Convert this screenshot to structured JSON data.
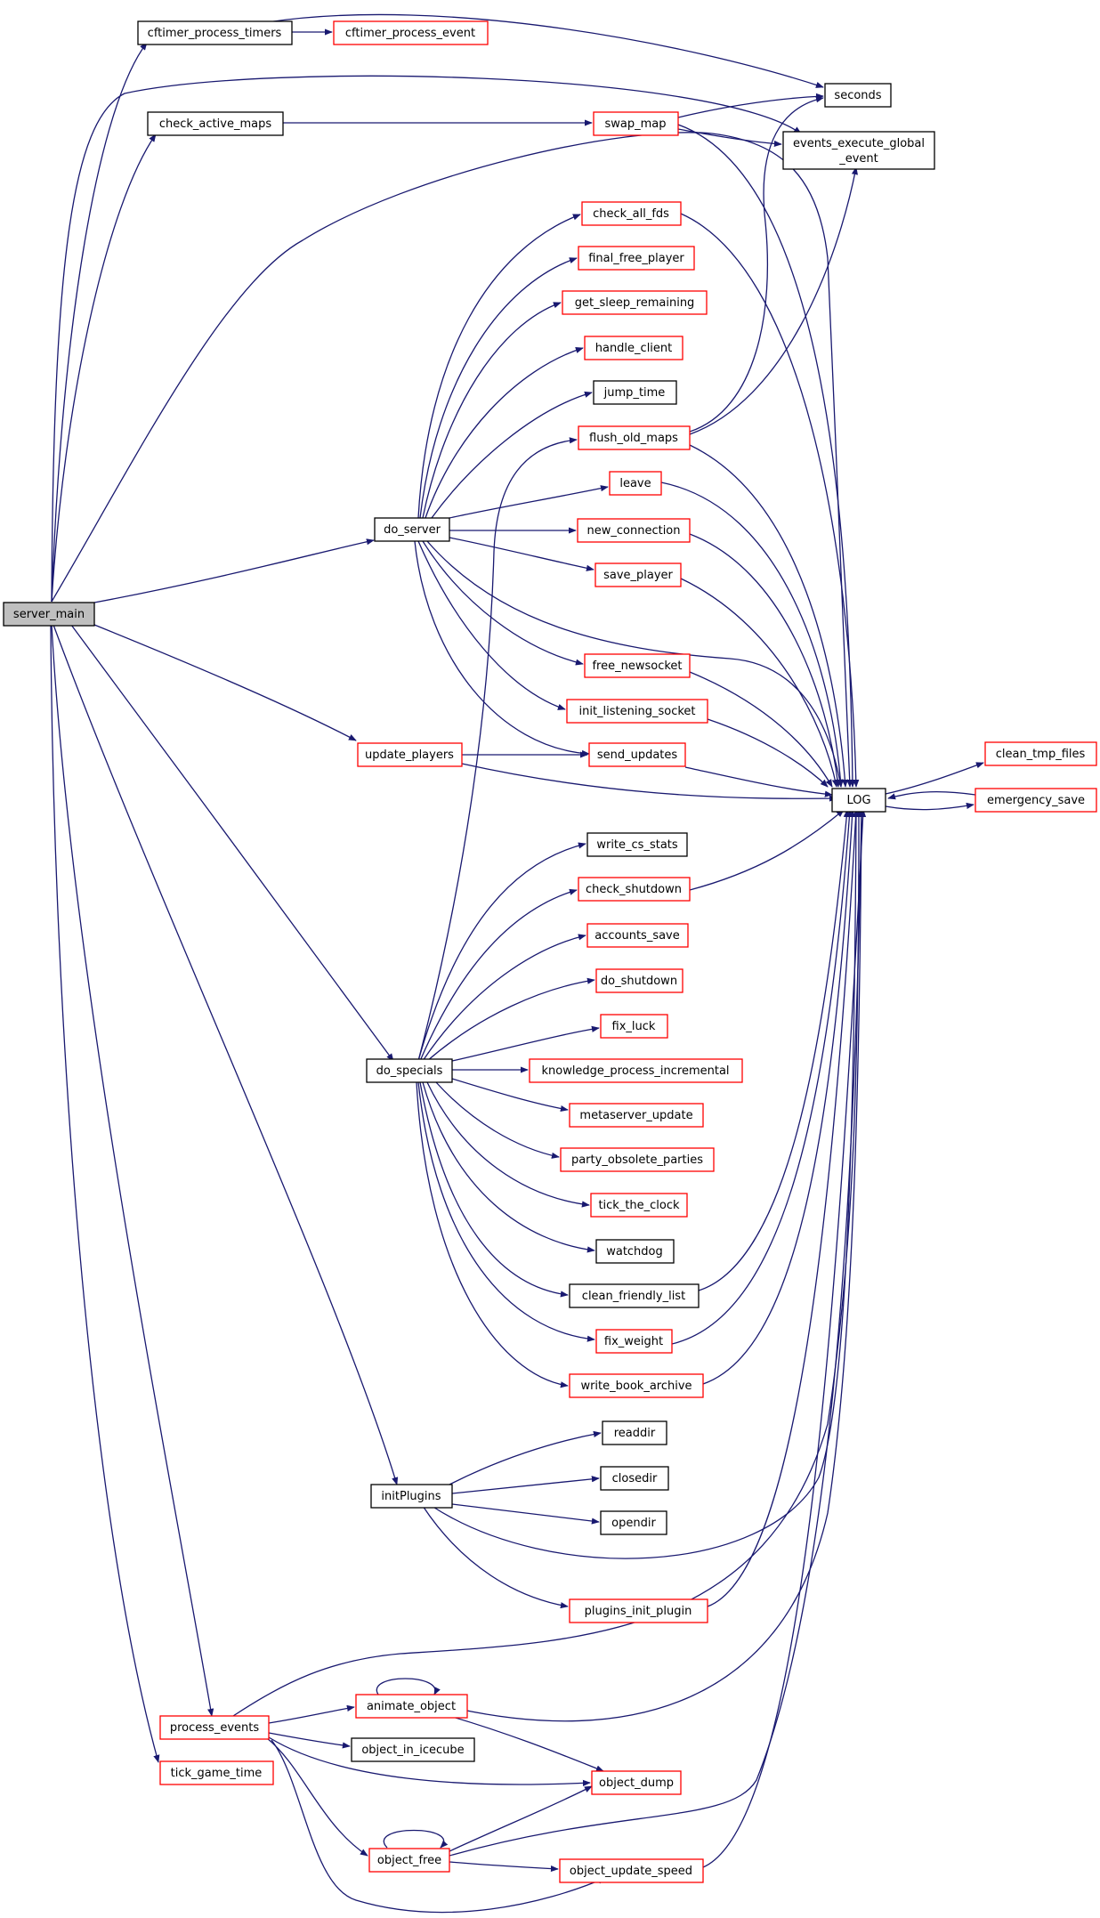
{
  "colors": {
    "edge": "#191970",
    "selected_fill": "#bfbfbf",
    "plain_border": "#000000",
    "linked_border": "#ff0000"
  },
  "nodes": {
    "server_main": "server_main",
    "cftimer_process_timers": "cftimer_process_timers",
    "cftimer_process_event": "cftimer_process_event",
    "check_active_maps": "check_active_maps",
    "swap_map": "swap_map",
    "seconds": "seconds",
    "events_execute_global_event_line1": "events_execute_global",
    "events_execute_global_event_line2": "_event",
    "check_all_fds": "check_all_fds",
    "final_free_player": "final_free_player",
    "get_sleep_remaining": "get_sleep_remaining",
    "handle_client": "handle_client",
    "jump_time": "jump_time",
    "flush_old_maps": "flush_old_maps",
    "leave": "leave",
    "do_server": "do_server",
    "new_connection": "new_connection",
    "save_player": "save_player",
    "free_newsocket": "free_newsocket",
    "init_listening_socket": "init_listening_socket",
    "update_players": "update_players",
    "send_updates": "send_updates",
    "LOG": "LOG",
    "clean_tmp_files": "clean_tmp_files",
    "emergency_save": "emergency_save",
    "write_cs_stats": "write_cs_stats",
    "check_shutdown": "check_shutdown",
    "accounts_save": "accounts_save",
    "do_shutdown": "do_shutdown",
    "fix_luck": "fix_luck",
    "do_specials": "do_specials",
    "knowledge_process_incremental": "knowledge_process_incremental",
    "metaserver_update": "metaserver_update",
    "party_obsolete_parties": "party_obsolete_parties",
    "tick_the_clock": "tick_the_clock",
    "watchdog": "watchdog",
    "clean_friendly_list": "clean_friendly_list",
    "fix_weight": "fix_weight",
    "write_book_archive": "write_book_archive",
    "readdir": "readdir",
    "initPlugins": "initPlugins",
    "closedir": "closedir",
    "opendir": "opendir",
    "plugins_init_plugin": "plugins_init_plugin",
    "animate_object": "animate_object",
    "process_events": "process_events",
    "object_in_icecube": "object_in_icecube",
    "tick_game_time": "tick_game_time",
    "object_dump": "object_dump",
    "object_free": "object_free",
    "object_update_speed": "object_update_speed"
  }
}
